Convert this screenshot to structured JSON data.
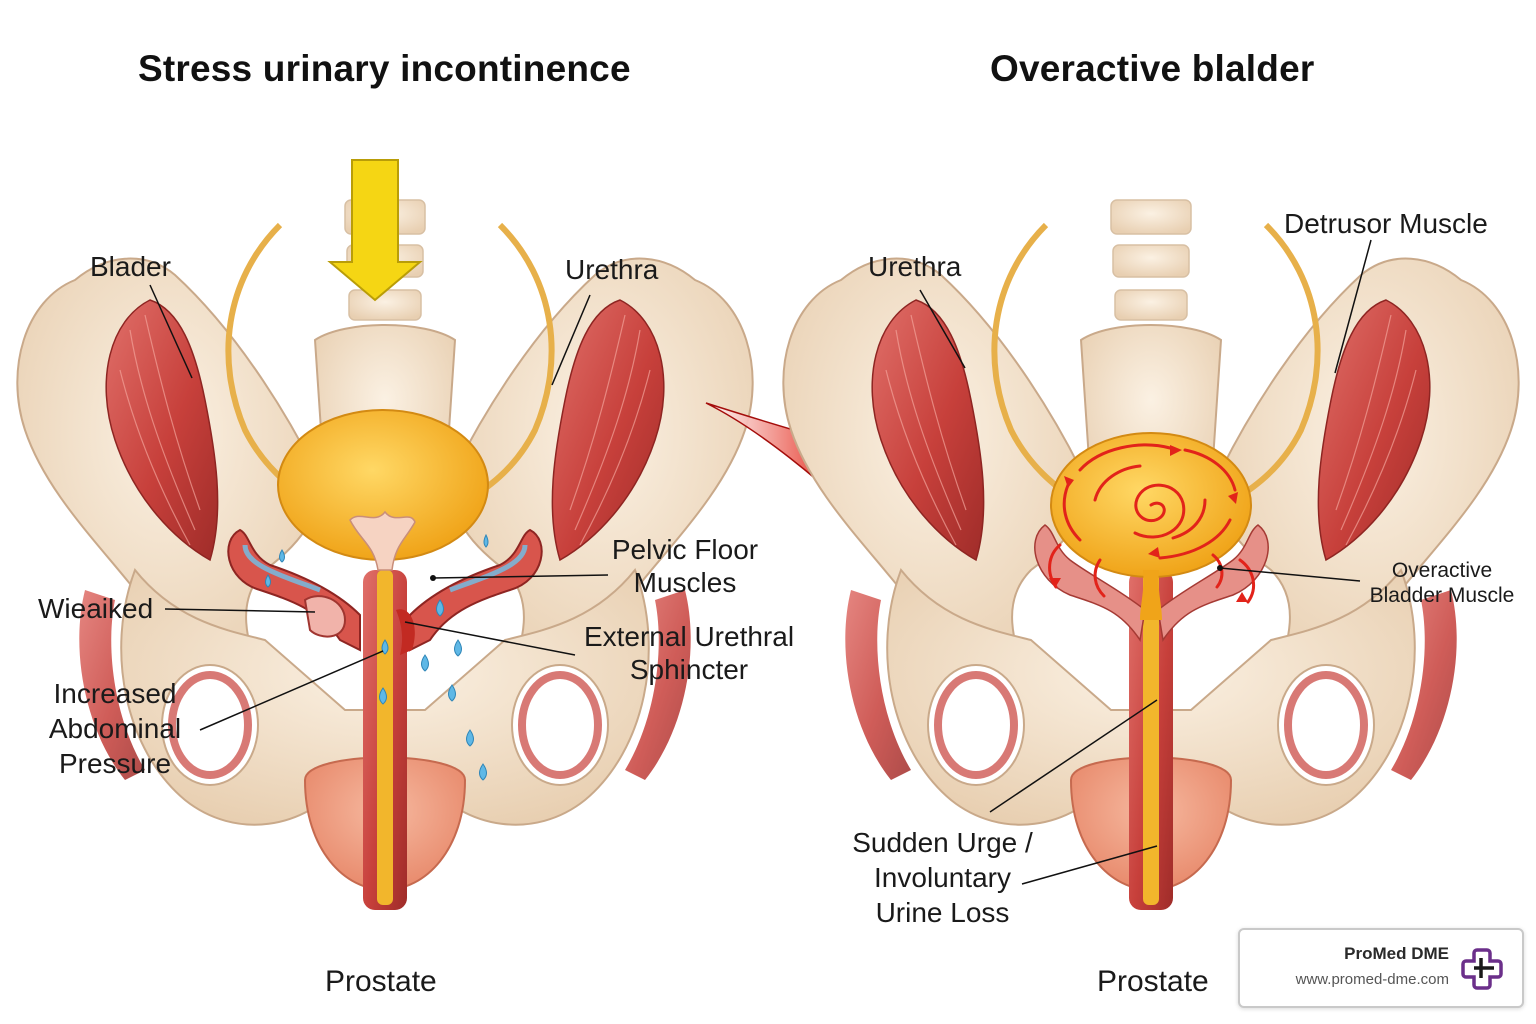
{
  "left_panel": {
    "title": "Stress urinary incontinence",
    "labels": {
      "bladder": "Blader",
      "urethra": "Urethra",
      "pelvic_floor": [
        "Pelvic Floor",
        "Muscles"
      ],
      "weakened": "Wieaiked",
      "sphincter": [
        "External Urethral",
        "Sphincter"
      ],
      "pressure": [
        "Increased",
        "Abdominal",
        "Pressure"
      ],
      "prostate": "Prostate"
    }
  },
  "right_panel": {
    "title": "Overactive blalder",
    "labels": {
      "detrusor": "Detrusor Muscle",
      "urethra": "Urethra",
      "overactive_muscle": [
        "Overactive",
        "Bladder Muscle"
      ],
      "urge": [
        "Sudden Urge /",
        "Involuntary",
        "Urine Loss"
      ],
      "prostate": "Prostate"
    }
  },
  "branding": {
    "name": "ProMed DME",
    "url": "www.promed-dme.com",
    "logo_icon": "medical-cross-logo-icon"
  },
  "colors": {
    "bone": "#f2e2cc",
    "muscle": "#c9423d",
    "bladder": "#f6b52d",
    "droplet": "#5fb8e6",
    "pressure_arrow": "#f5d614",
    "flow_arrow": "#e2231a",
    "brand": "#6b2f8a"
  }
}
